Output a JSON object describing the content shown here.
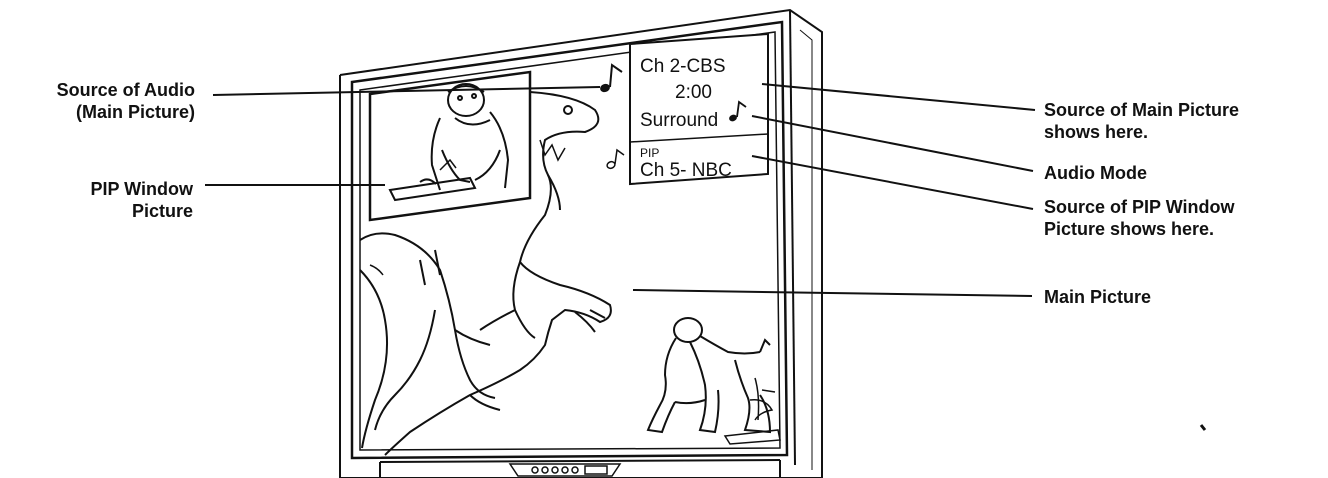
{
  "callouts": {
    "audio_source": "Source of Audio\n(Main Picture)",
    "pip_window": "PIP Window\nPicture",
    "main_source": "Source of Main Picture\nshows here.",
    "audio_mode": "Audio Mode",
    "pip_source": "Source of PIP Window\nPicture shows here.",
    "main_picture": "Main Picture"
  },
  "osd": {
    "channel": "Ch 2-CBS",
    "time": "2:00",
    "audio_mode": "Surround",
    "pip_label": "PIP",
    "pip_channel": "Ch 5- NBC"
  },
  "icons": {
    "audio_note": "music-note-icon",
    "mode_note": "music-note-icon",
    "pip_note": "music-note-outline-icon"
  },
  "colors": {
    "line": "#111111",
    "background": "#ffffff"
  }
}
